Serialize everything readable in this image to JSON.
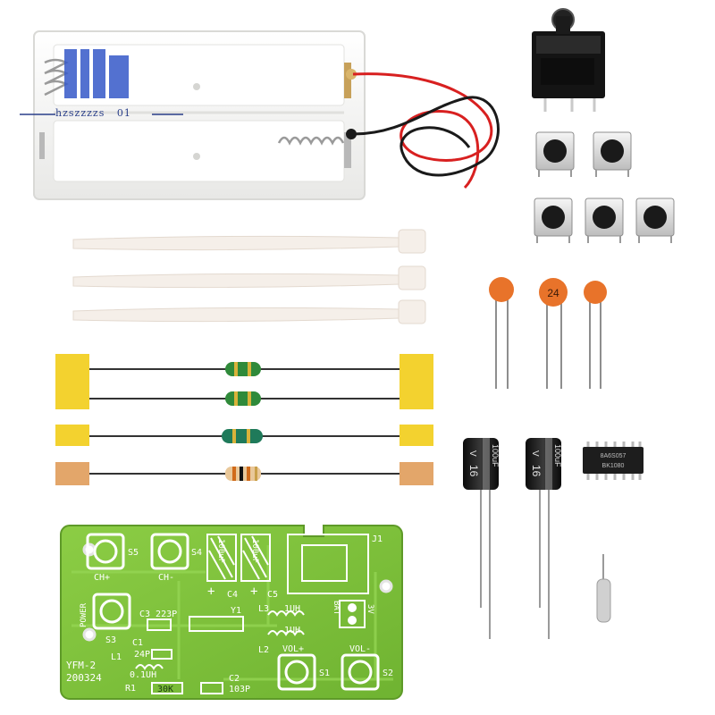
{
  "watermark": {
    "text": "hzszzzzs   01"
  },
  "capacitor_label": "24",
  "electrolytic": {
    "voltage": "16",
    "unit_v": "V",
    "capacitance": "100uF"
  },
  "ic": {
    "line1": "8A6S057",
    "line2": "BK1080"
  },
  "pcb": {
    "s5": "S5",
    "s4": "S4",
    "ch_plus": "CH+",
    "ch_minus": "CH-",
    "power": "POWER",
    "s3": "S3",
    "c3": "C3 223P",
    "c4": "C4",
    "c5": "C5",
    "c4_val": "100uF",
    "c5_val": "100uF",
    "y1": "Y1",
    "l3": "L3",
    "l3_val": "1UH",
    "l2": "L2",
    "l2_val": "1UH",
    "c1": "C1",
    "c1_val": "24P",
    "l1": "L1",
    "l1_val": "0.1UH",
    "r1": "R1",
    "r1_val": "30K",
    "c2": "C2",
    "c2_val": "103P",
    "vol_plus": "VOL+",
    "vol_minus": "VOL-",
    "s1": "S1",
    "s2": "S2",
    "j1": "J1",
    "bat": "BAT",
    "v3": "3V",
    "model": "YFM-2",
    "date": "200324"
  },
  "colors": {
    "pcb_green": "#7fbf3a",
    "battery_white": "#f4f4f2",
    "wire_red": "#d82020",
    "ceramic_orange": "#e8732a",
    "electrolytic_black": "#1c1c1c"
  }
}
